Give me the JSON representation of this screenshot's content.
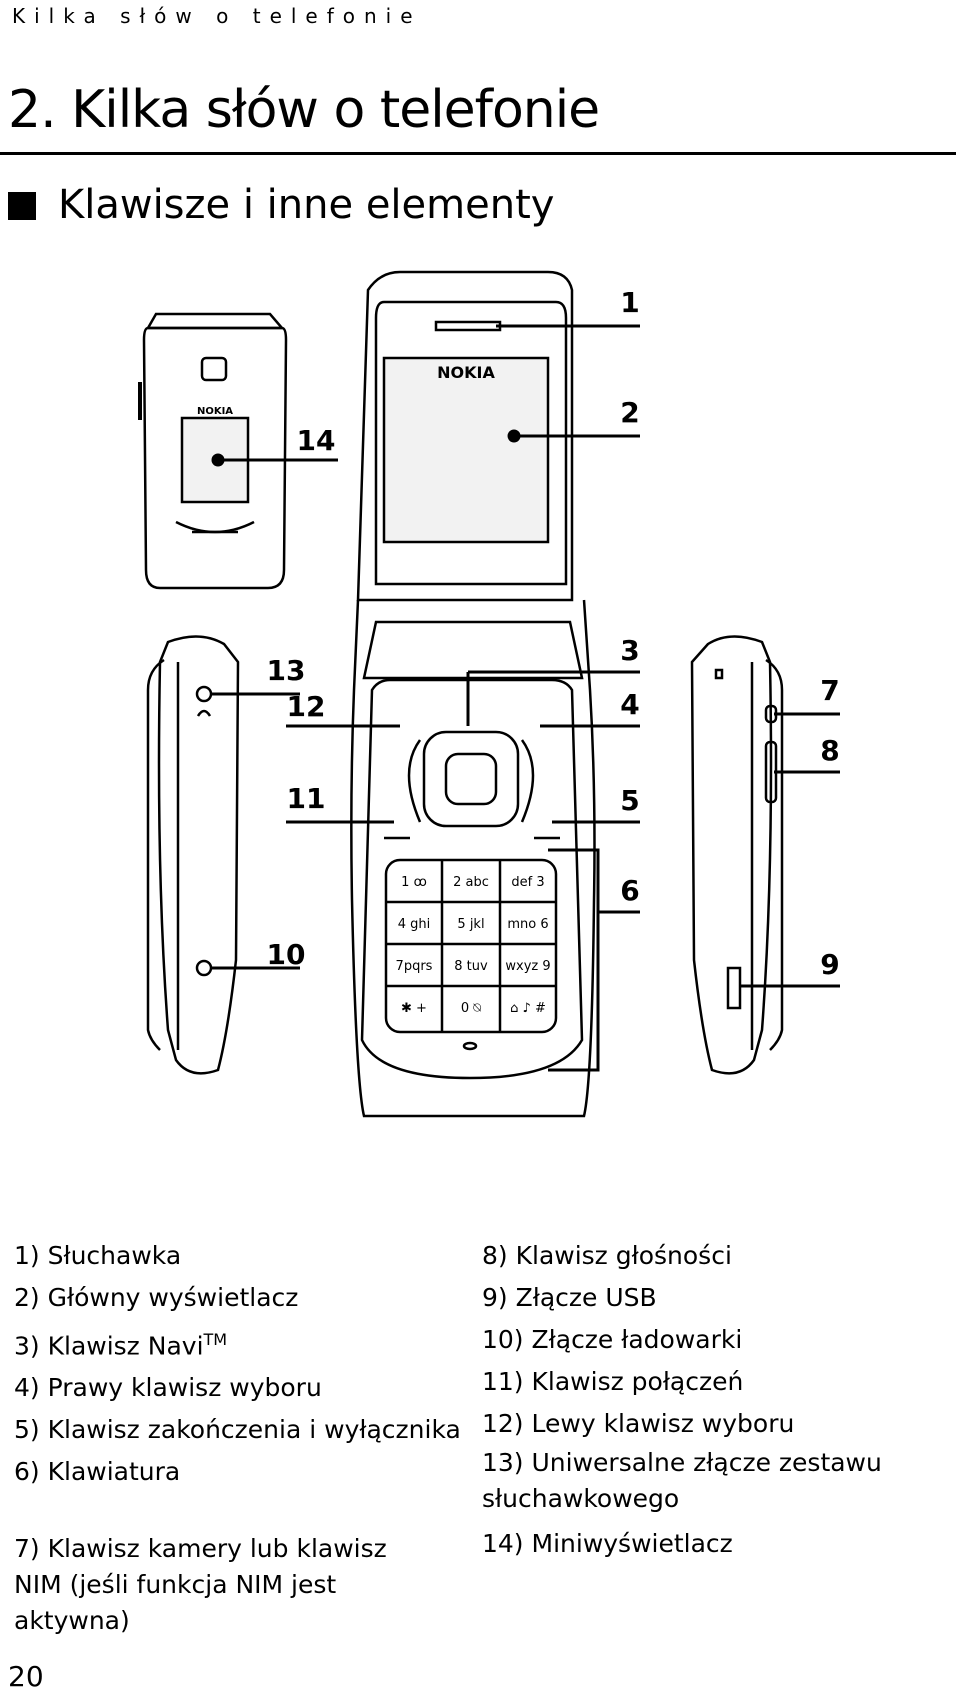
{
  "running_head": "Kilka słów o telefonie",
  "chapter": {
    "title": "2.   Kilka słów o telefonie"
  },
  "section": {
    "title": "Klawisze i inne elementy"
  },
  "figure": {
    "brand": "NOKIA",
    "callouts": [
      "1",
      "2",
      "3",
      "4",
      "5",
      "6",
      "7",
      "8",
      "9",
      "10",
      "11",
      "12",
      "13",
      "14"
    ],
    "keys": [
      "1 ꝏ",
      "2 abc",
      "def 3",
      "4 ghi",
      "5 jkl",
      "mno 6",
      "7pqrs",
      "8 tuv",
      "wxyz 9",
      "✱ +",
      "0 ⍉",
      "⌂ ♪ #"
    ]
  },
  "legend": {
    "left": [
      "1) Słuchawka",
      "2) Główny wyświetlacz",
      "3) Klawisz Navi",
      "4) Prawy klawisz wyboru",
      "5) Klawisz zakończenia i wyłącznika",
      "6) Klawiatura",
      "7) Klawisz kamery lub klawisz NIM (jeśli funkcja NIM jest aktywna)"
    ],
    "tm": "TM",
    "right": [
      "8) Klawisz głośności",
      "9) Złącze USB",
      "10) Złącze ładowarki",
      "11) Klawisz połączeń",
      "12) Lewy klawisz wyboru",
      "13) Uniwersalne złącze zestawu słuchawkowego",
      "14) Miniwyświetlacz"
    ]
  },
  "page_number": "20"
}
